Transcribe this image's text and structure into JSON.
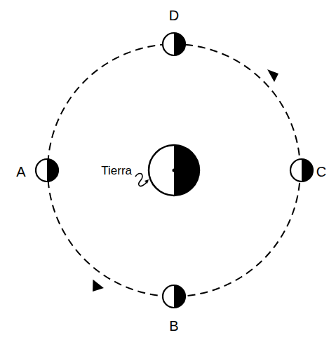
{
  "diagram": {
    "labels": [
      "D",
      "A",
      "Tierra",
      "C",
      "B"
    ]
  }
}
